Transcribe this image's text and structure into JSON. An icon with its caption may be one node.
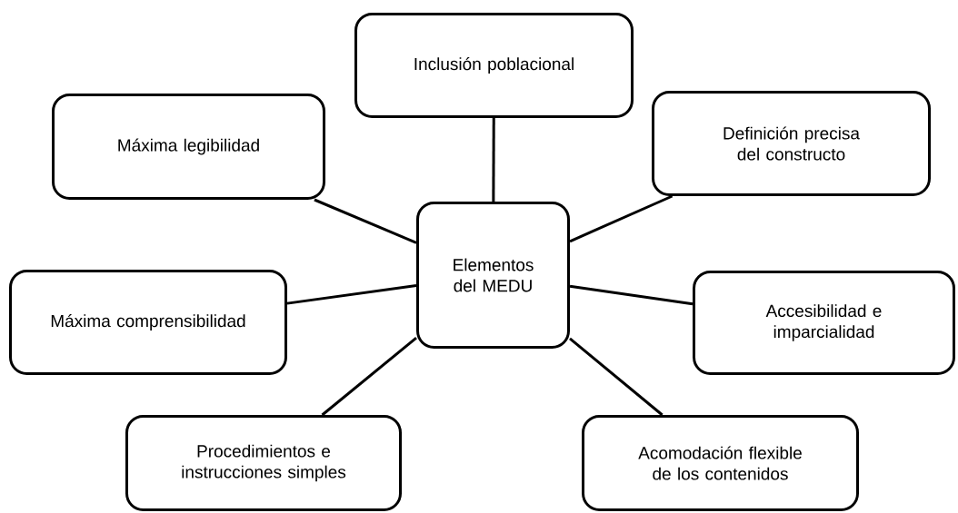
{
  "diagram": {
    "nodes": [
      {
        "text": [
          "Elementos del MEDU"
        ]
      },
      {
        "text": [
          "Inclusión poblacional"
        ]
      },
      {
        "text": [
          "Máxima legibilidad"
        ]
      },
      {
        "text": [
          "Definición precisa del constructo"
        ]
      },
      {
        "text": [
          "Máxima comprensibilidad"
        ]
      },
      {
        "text": [
          "Accesibilidad e imparcialidad"
        ]
      },
      {
        "text": [
          "Procedimientos e instrucciones simples"
        ]
      },
      {
        "text": [
          "Acomodación flexible de los contenidos"
        ]
      }
    ],
    "edges": [
      {
        "from": 0,
        "to": 1,
        "arrow": "none"
      },
      {
        "from": 0,
        "to": 2,
        "arrow": "none"
      },
      {
        "from": 0,
        "to": 3,
        "arrow": "none"
      },
      {
        "from": 0,
        "to": 4,
        "arrow": "none"
      },
      {
        "from": 0,
        "to": 5,
        "arrow": "none"
      },
      {
        "from": 0,
        "to": 6,
        "arrow": "none"
      },
      {
        "from": 0,
        "to": 7,
        "arrow": "none"
      }
    ]
  }
}
